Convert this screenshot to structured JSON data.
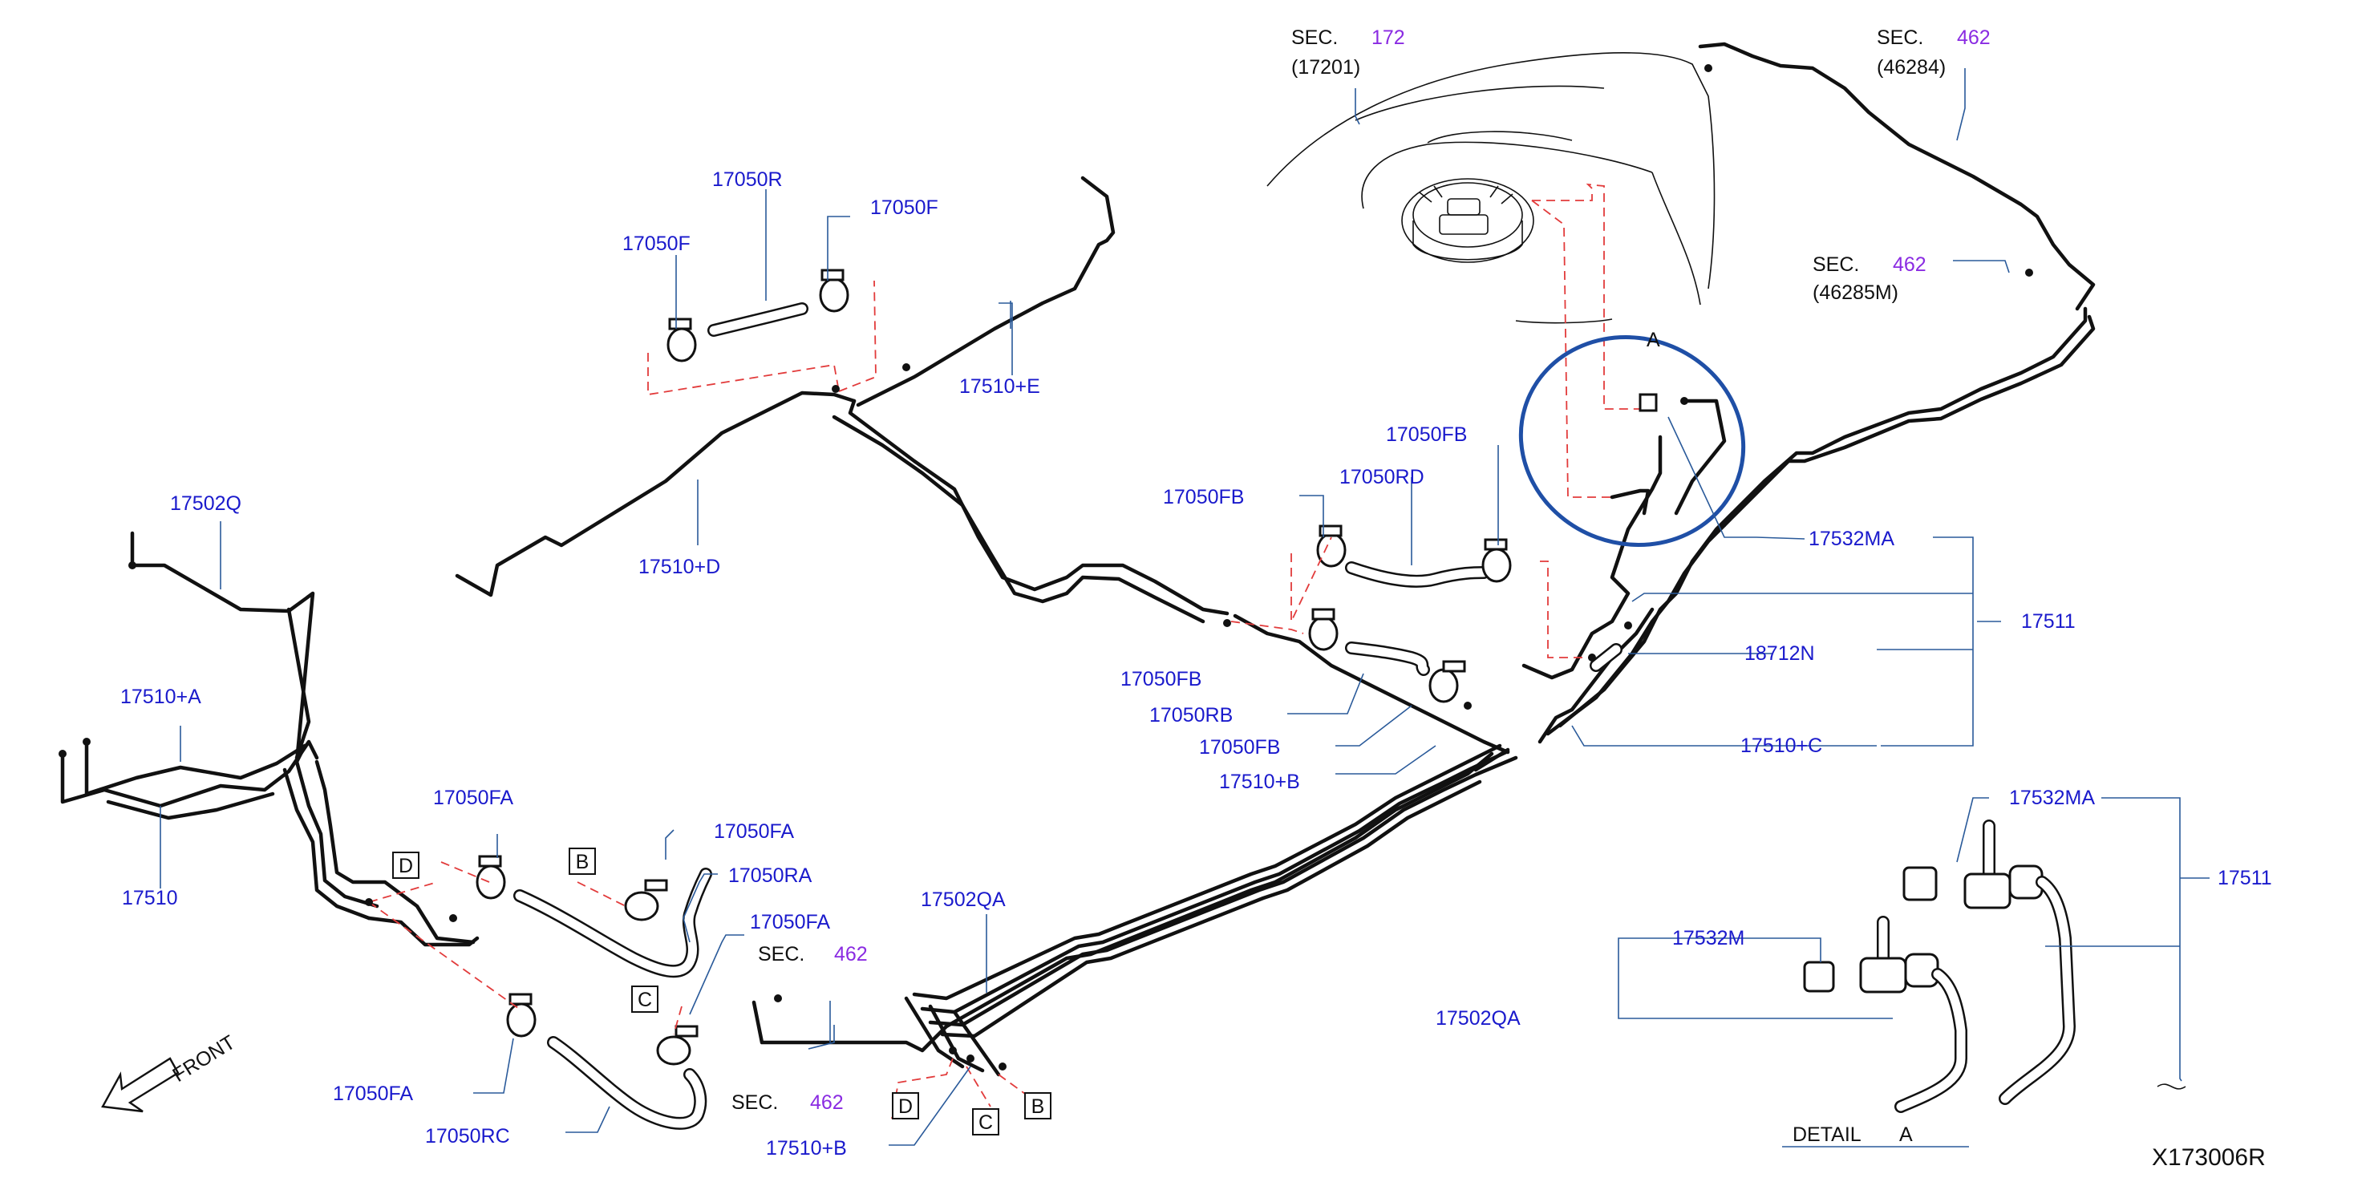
{
  "diagram": {
    "drawing_number": "X173006R",
    "front_label": "FRONT",
    "detail_caption": "DETAIL",
    "detail_letter": "A",
    "circle_letter": "A",
    "box_letters": {
      "d1": "D",
      "b1": "B",
      "c1": "C",
      "d2": "D",
      "c2": "C",
      "b2": "B"
    },
    "sec_word": "SEC.",
    "sections": {
      "sec172": {
        "num": "172",
        "ref": "(17201)"
      },
      "sec462a": {
        "num": "462",
        "ref": "(46284)"
      },
      "sec462b": {
        "num": "462",
        "ref": "(46285M)"
      },
      "sec462c": {
        "num": "462"
      },
      "sec462d": {
        "num": "462"
      }
    },
    "parts": {
      "p17050R": "17050R",
      "p17050F_a": "17050F",
      "p17050F_b": "17050F",
      "p17510E": "17510+E",
      "p17510D": "17510+D",
      "p17502Q": "17502Q",
      "p17510A": "17510+A",
      "p17510": "17510",
      "p17050FA_1": "17050FA",
      "p17050FA_2": "17050FA",
      "p17050RA": "17050RA",
      "p17050FA_3": "17050FA",
      "p17050FA_4": "17050FA",
      "p17050RC": "17050RC",
      "p17502QA_1": "17502QA",
      "p17510B_1": "17510+B",
      "p17050FB_1": "17050FB",
      "p17050FB_2": "17050FB",
      "p17050RD": "17050RD",
      "p17050FB_3": "17050FB",
      "p17050RB": "17050RB",
      "p17050FB_4": "17050FB",
      "p17510B_2": "17510+B",
      "p17532MA_1": "17532MA",
      "p17511_1": "17511",
      "p18712N": "18712N",
      "p17510C": "17510+C",
      "p17532MA_2": "17532MA",
      "p17511_2": "17511",
      "p17532M": "17532M",
      "p17502QA_2": "17502QA"
    },
    "colors": {
      "part_label": "#1a1acc",
      "section_number": "#8a2be2",
      "dashed_leader": "#e23b3b",
      "detail_circle": "#1f4fa6",
      "line": "#111111"
    }
  }
}
